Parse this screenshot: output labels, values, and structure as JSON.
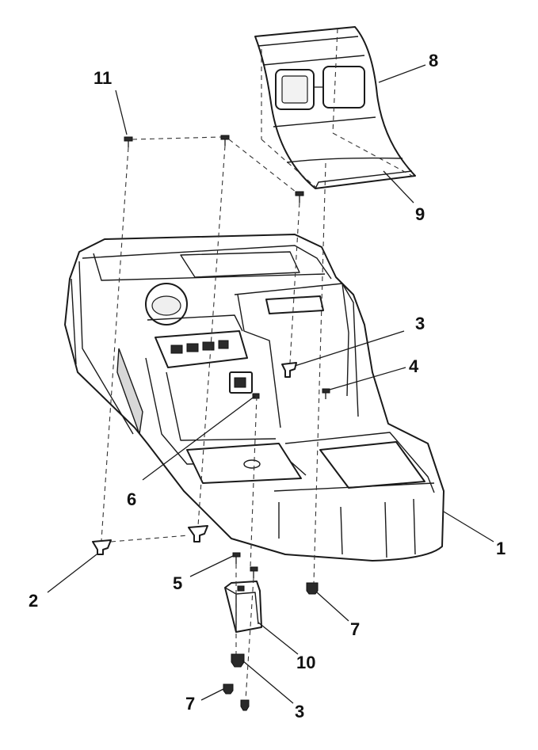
{
  "diagram": {
    "callouts": [
      {
        "id": "c11",
        "text": "11"
      },
      {
        "id": "c8",
        "text": "8"
      },
      {
        "id": "c9",
        "text": "9"
      },
      {
        "id": "c3a",
        "text": "3"
      },
      {
        "id": "c4",
        "text": "4"
      },
      {
        "id": "c6",
        "text": "6"
      },
      {
        "id": "c1",
        "text": "1"
      },
      {
        "id": "c2",
        "text": "2"
      },
      {
        "id": "c5",
        "text": "5"
      },
      {
        "id": "c7a",
        "text": "7"
      },
      {
        "id": "c10",
        "text": "10"
      },
      {
        "id": "c7b",
        "text": "7"
      },
      {
        "id": "c3b",
        "text": "3"
      }
    ]
  }
}
